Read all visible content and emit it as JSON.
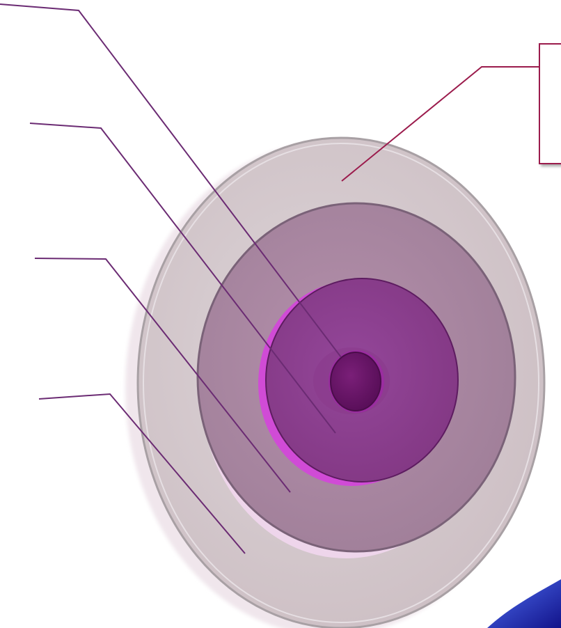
{
  "diagram": {
    "type": "concentric-layers",
    "layer_count": 4,
    "callout_count": 5,
    "colors": {
      "outer_layer": "#d8cfd3",
      "second_layer": "#ad8ba6",
      "third_layer": "#8e3f8f",
      "core": "#6a1469",
      "leader_line": "#6b2b73",
      "box_leader_line": "#9b1b4c",
      "box_border": "#9b1b4c"
    },
    "labels": {
      "top_right_box": "",
      "callout_1": "",
      "callout_2": "",
      "callout_3": "",
      "callout_4": ""
    }
  }
}
